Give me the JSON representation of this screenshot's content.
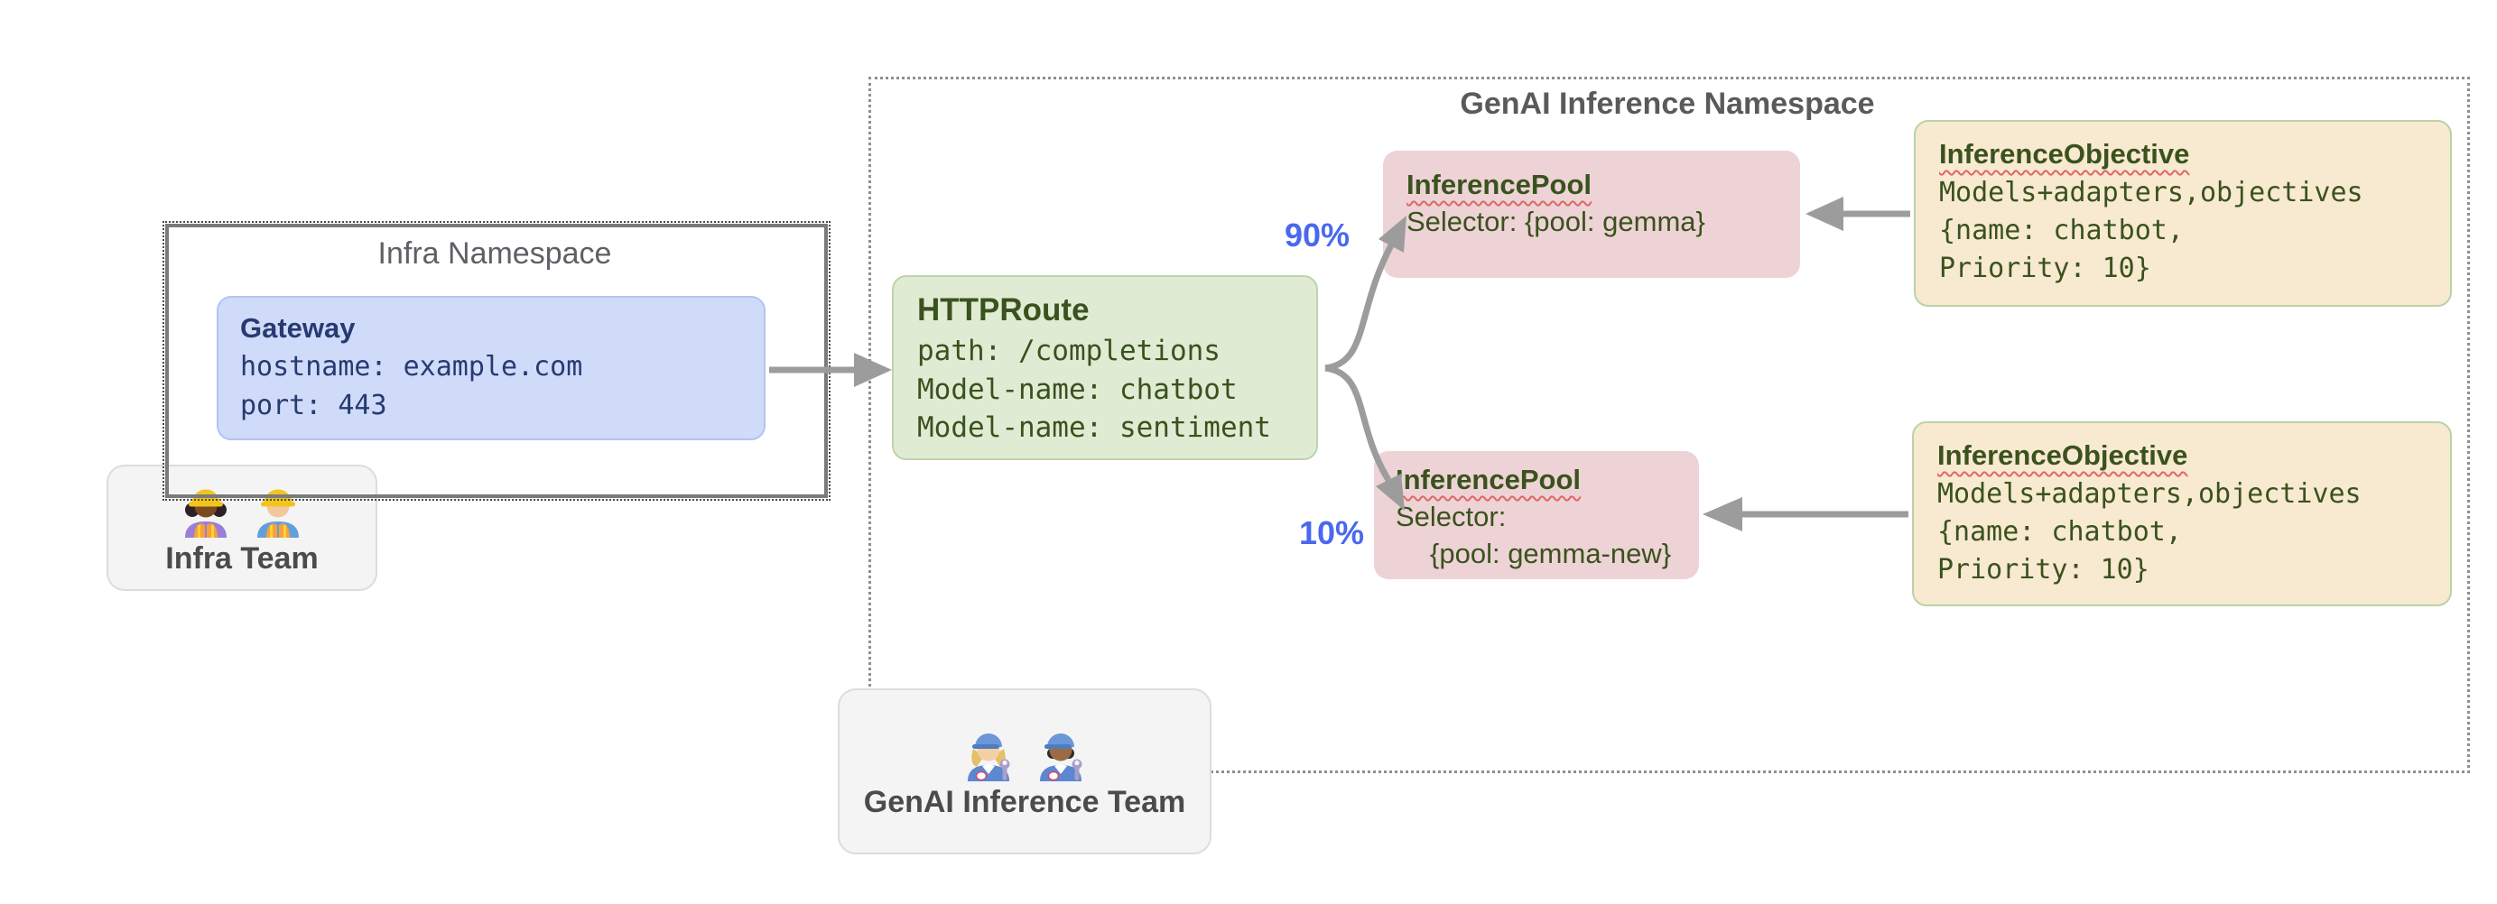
{
  "namespaces": {
    "infra": {
      "title": "Infra Namespace"
    },
    "genai": {
      "title": "GenAI Inference Namespace"
    }
  },
  "teams": {
    "infra": {
      "label": "Infra Team",
      "icons": [
        "woman-construction-worker-icon",
        "man-construction-worker-icon"
      ]
    },
    "genai": {
      "label": "GenAI Inference Team",
      "icons": [
        "woman-mechanic-icon",
        "man-mechanic-icon"
      ]
    }
  },
  "nodes": {
    "gateway": {
      "title": "Gateway",
      "lines": [
        "hostname: example.com",
        "port: 443"
      ]
    },
    "httproute": {
      "title": "HTTPRoute",
      "lines": [
        "path: /completions",
        "Model-name: chatbot",
        "Model-name: sentiment"
      ]
    },
    "inference_pool_top": {
      "title": "InferencePool",
      "lines": [
        "Selector: {pool: gemma}"
      ]
    },
    "inference_pool_bottom": {
      "title": "InferencePool",
      "lines": [
        "Selector:",
        "{pool: gemma-new}"
      ]
    },
    "inference_objective_top": {
      "title": "InferenceObjective",
      "lines": [
        "Models+adapters,objectives",
        "{name: chatbot,",
        "Priority: 10}"
      ]
    },
    "inference_objective_bottom": {
      "title": "InferenceObjective",
      "lines": [
        "Models+adapters,objectives",
        "{name: chatbot,",
        "Priority: 10}"
      ]
    }
  },
  "edges": {
    "gateway_to_httproute": {
      "from": "Gateway",
      "to": "HTTPRoute"
    },
    "split_top": {
      "label": "90%",
      "from": "HTTPRoute",
      "to": "InferencePool (gemma)"
    },
    "split_bottom": {
      "label": "10%",
      "from": "HTTPRoute",
      "to": "InferencePool (gemma-new)"
    },
    "objective_top_to_pool": {
      "from": "InferenceObjective",
      "to": "InferencePool (gemma)"
    },
    "objective_bottom_to_pool": {
      "from": "InferenceObjective",
      "to": "InferencePool (gemma-new)"
    }
  },
  "colors": {
    "gateway_fill": "#cfdbf9",
    "gateway_border": "#b3c4f2",
    "gateway_text": "#273a71",
    "httproute_fill": "#e0ebd4",
    "httproute_border": "#bcd4ab",
    "pool_fill": "#edd3d5",
    "objective_fill": "#f8e9d1",
    "objective_border": "#bad3a5",
    "green_text": "#3a521d",
    "team_fill": "#f4f4f5",
    "team_border": "#dcdcdc",
    "infra_ns_border": "#7a7a7a",
    "genai_ns_border": "#8f8f8f",
    "arrow": "#9c9c9c",
    "percent_blue": "#4a68ee",
    "squiggle_red": "#e06666",
    "title_gray": "#5a5a5a"
  }
}
